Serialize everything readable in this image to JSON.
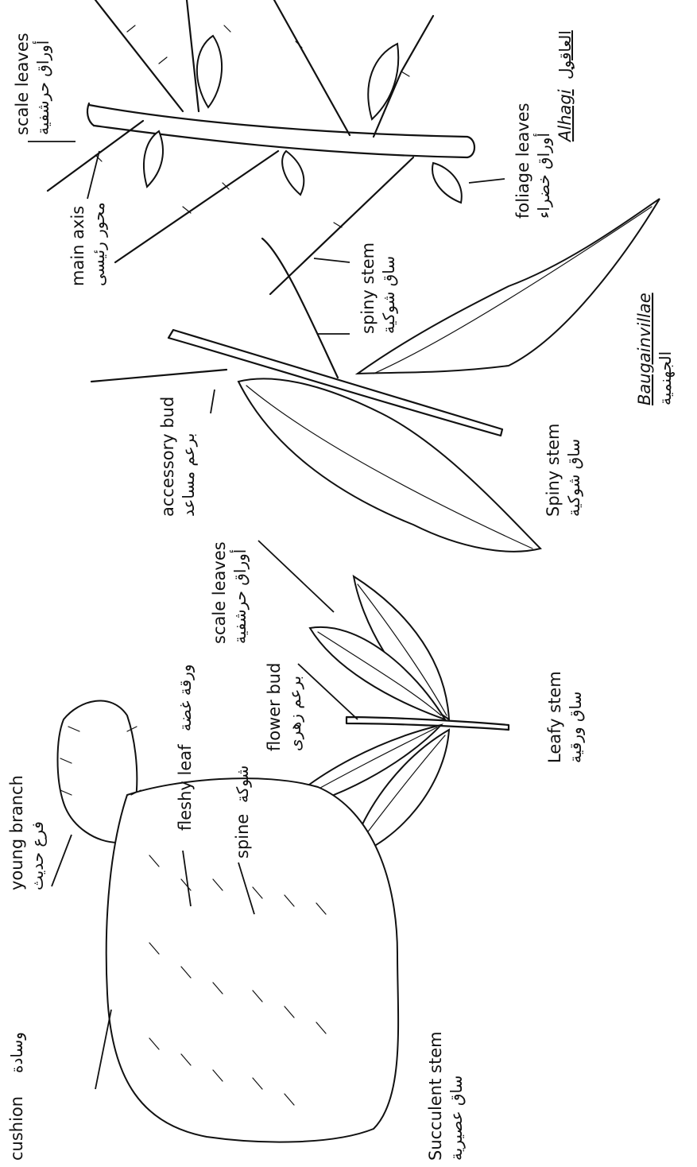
{
  "labels": {
    "scale_leaves_top": {
      "en": "scale leaves",
      "ar": "أوراق حرشفية"
    },
    "main_axis": {
      "en": "main axis",
      "ar": "محور رئيسى"
    },
    "foliage_leaves": {
      "en": "foliage leaves",
      "ar": "أوراق خضراء"
    },
    "alhagi": {
      "en": "Alhagi",
      "ar": "العاقول"
    },
    "spiny_stem_mid": {
      "en": "spiny stem",
      "ar": "ساق شوكية"
    },
    "accessory_bud": {
      "en": "accessory bud",
      "ar": "برعم مساعد"
    },
    "baugainvillae": {
      "en": "Baugainvillae",
      "ar": "الجهنمية"
    },
    "spiny_stem_caption": {
      "en": "Spiny stem",
      "ar": "ساق شوكية"
    },
    "scale_leaves_mid": {
      "en": "scale leaves",
      "ar": "أوراق حرشفية"
    },
    "flower_bud": {
      "en": "flower bud",
      "ar": "برعم زهرى"
    },
    "leafy_stem": {
      "en": "Leafy stem",
      "ar": "ساق ورقية"
    },
    "young_branch": {
      "en": "young branch",
      "ar": "فرع حديث"
    },
    "fleshy_leaf": {
      "en": "fleshy leaf",
      "ar": "ورقة غضة"
    },
    "spine": {
      "en": "spine",
      "ar": "شوكة"
    },
    "cushion": {
      "en": "cushion",
      "ar": "وسادة"
    },
    "succulent_stem": {
      "en": "Succulent stem",
      "ar": "ساق عصيرية"
    }
  },
  "colors": {
    "ink": "#111111",
    "paper": "#ffffff"
  }
}
